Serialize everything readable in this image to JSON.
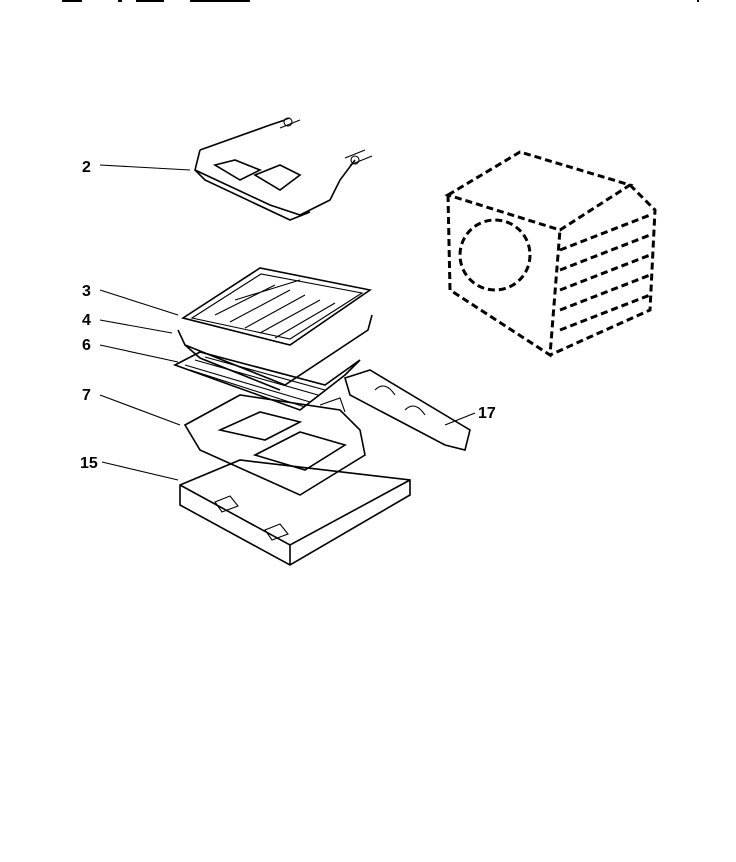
{
  "diagram": {
    "callouts": [
      {
        "id": "2",
        "label": "2"
      },
      {
        "id": "3",
        "label": "3"
      },
      {
        "id": "4",
        "label": "4"
      },
      {
        "id": "6",
        "label": "6"
      },
      {
        "id": "7",
        "label": "7"
      },
      {
        "id": "15",
        "label": "15"
      },
      {
        "id": "17",
        "label": "17"
      }
    ]
  }
}
